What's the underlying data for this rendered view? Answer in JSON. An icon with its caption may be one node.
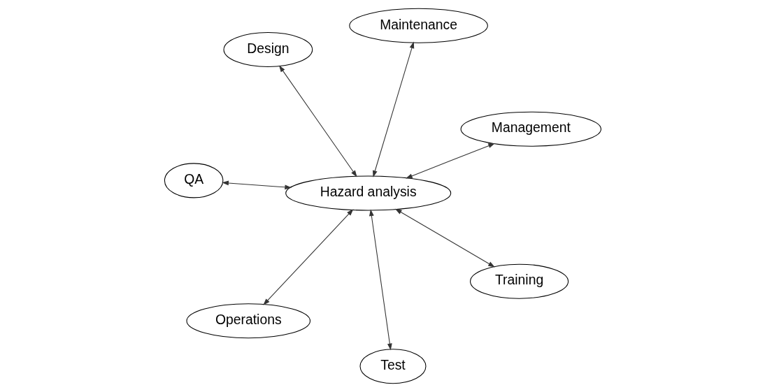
{
  "diagram": {
    "nodes": [
      {
        "text": [
          "Design"
        ]
      },
      {
        "text": [
          "Management"
        ]
      },
      {
        "text": [
          "Test"
        ]
      },
      {
        "text": [
          "Hazard analysis"
        ]
      },
      {
        "text": [
          "Maintenance"
        ]
      },
      {
        "text": [
          "QA"
        ]
      },
      {
        "text": [
          "Operations"
        ]
      },
      {
        "text": [
          "Training"
        ]
      }
    ],
    "edges": [
      {
        "from": 3,
        "to": 0,
        "arrow": "both"
      },
      {
        "from": 3,
        "to": 1,
        "arrow": "both"
      },
      {
        "from": 3,
        "to": 2,
        "arrow": "both"
      },
      {
        "from": 3,
        "to": 4,
        "arrow": "both"
      },
      {
        "from": 3,
        "to": 5,
        "arrow": "both"
      },
      {
        "from": 3,
        "to": 6,
        "arrow": "both"
      },
      {
        "from": 3,
        "to": 7,
        "arrow": "both"
      }
    ]
  }
}
